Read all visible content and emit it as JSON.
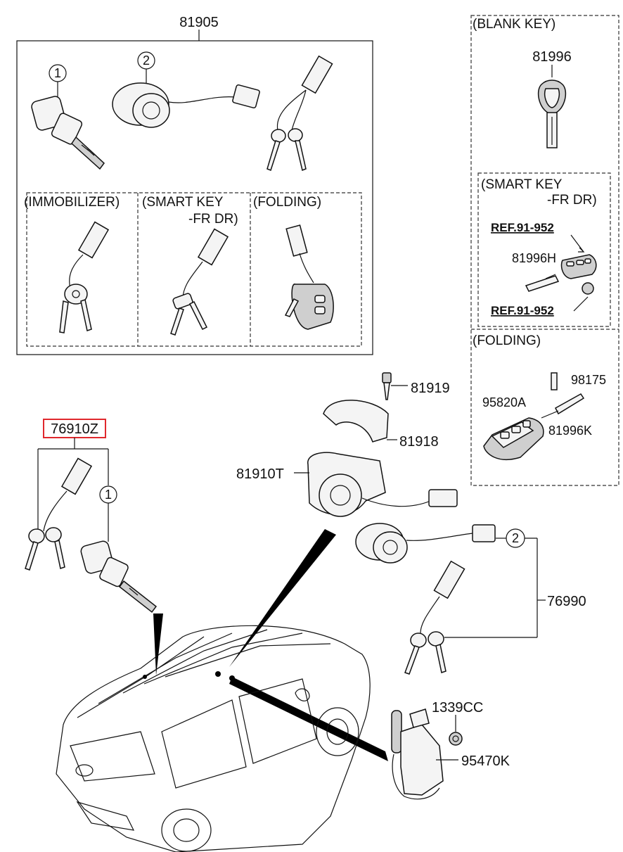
{
  "labels": {
    "p81905": "81905",
    "p81996": "81996",
    "p81996h": "81996H",
    "p98175": "98175",
    "p95820a": "95820A",
    "p81996k": "81996K",
    "p81919": "81919",
    "p81918": "81918",
    "p81910t": "81910T",
    "p76910z": "76910Z",
    "p76990": "76990",
    "p1339cc": "1339CC",
    "p95470k": "95470K",
    "ref_upper": "REF.91-952",
    "ref_lower": "REF.91-952"
  },
  "sections": {
    "immobilizer": "(IMMOBILIZER)",
    "smart_key_l1": "(SMART KEY",
    "smart_key_l2": "-FR DR)",
    "folding": "(FOLDING)",
    "blank_key": "(BLANK KEY)",
    "smart_key_r_l1": "(SMART KEY",
    "smart_key_r_l2": "-FR DR)",
    "folding_r": "(FOLDING)"
  },
  "callouts": {
    "c1_top": "1",
    "c2_top": "2",
    "c1_mid": "1",
    "c2_mid": "2"
  },
  "colors": {
    "highlight_box": "#e0282d"
  }
}
